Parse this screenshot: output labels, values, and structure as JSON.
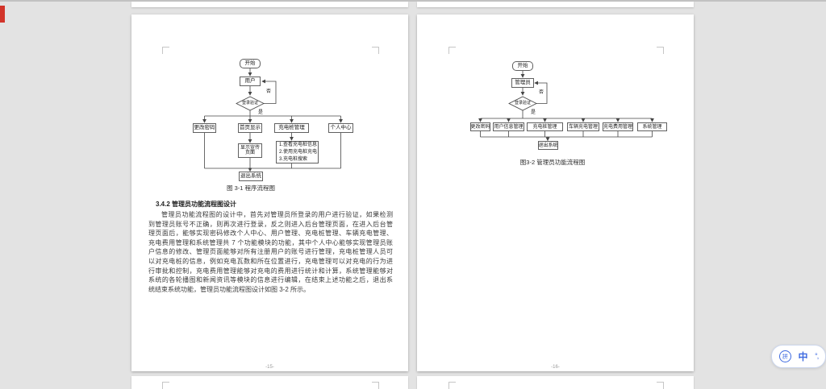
{
  "colors": {
    "desktop_background": "#e3e3e3",
    "page_background": "#ffffff",
    "flow_line": "#444444",
    "ime_accent": "#3e6ae0",
    "left_marker_red": "#d2342a"
  },
  "page15": {
    "flow": {
      "start": "开始",
      "user": "用户",
      "verify": "登录验证",
      "no": "否",
      "yes": "是",
      "branches": [
        "更改密码",
        "首页显示",
        "充电桩管理",
        "个人中心"
      ],
      "sub_home_line1": "显示宣传",
      "sub_home_line2": "页面",
      "sub_pile": [
        "1.查看充电桩信息",
        "2.使用充电桩充电",
        "3.充电桩搜索"
      ],
      "exit": "退出系统",
      "caption": "图 3-1 程序流程图"
    },
    "heading": "3.4.2 管理员功能流程图设计",
    "para": [
      "管理员功能流程图的设计中，首先对管理员所登录的用户进行验证，如果检测",
      "到管理员账号不正确，则再次进行登录，反之则进入后台管理页面，在进入后台管",
      "理页面后，能够实现密码修改个人中心、用户管理、充电桩管理、车辆充电管理、",
      "充电费用管理和系统管理共 7 个功能模块的功能，其中个人中心能够实现管理员账",
      "户信息的修改、管理页面能够对所有注册用户的账号进行管理，充电桩管理人员可",
      "以对充电桩的信息，例如充电瓦数和所在位置进行，充电管理可以对充电的行为进",
      "行审批和控制，充电费用管理能够对充电的费用进行统计和计算，系统管理能够对",
      "系统的各轮播图和新闻资讯等模块的信息进行编辑，在结束上述功能之后，退出系",
      "统结束系统功能，管理员功能流程图设计如图 3-2 所示。"
    ],
    "footer": "-15-"
  },
  "page16": {
    "flow": {
      "start": "开始",
      "admin": "管理员",
      "verify": "登录验证",
      "no": "否",
      "yes": "是",
      "branches": [
        "更改密码",
        "用户信息管理",
        "充电桩管理",
        "车辆充电管理",
        "充电费用管理",
        "系统管理"
      ],
      "exit": "退出系统",
      "caption": "图3-2 管理员功能流程图"
    },
    "footer": "-16-"
  },
  "ime": {
    "pinyin_icon": "拼",
    "lang_indicator": "中",
    "punct_indicator": "°,"
  }
}
